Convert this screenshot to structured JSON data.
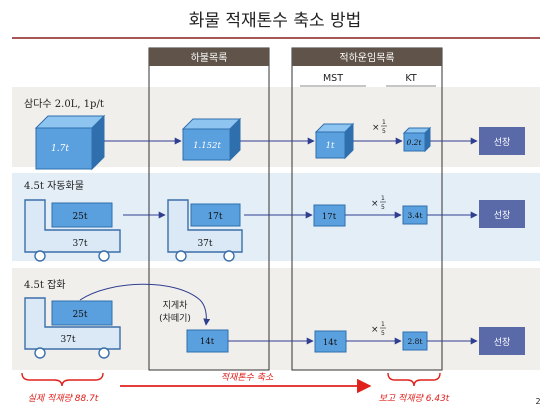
{
  "title": "화물 적재톤수 축소 방법",
  "page_number": "2",
  "columns": {
    "harbor": "하불목록",
    "loading": "적하운임목록",
    "mst": "MST",
    "kt": "KT"
  },
  "rows": [
    {
      "label": "삼다수 2.0L, 1p/t",
      "source": "1.7t",
      "harbor": "1.152t",
      "mst": "1t",
      "kt": "0.2t",
      "ship": "선장"
    },
    {
      "label": "4.5t 자동화물",
      "source_cargo": "25t",
      "source_truck": "37t",
      "harbor_cargo": "17t",
      "harbor_truck": "37t",
      "mst": "17t",
      "kt": "3.4t",
      "ship": "선장"
    },
    {
      "label": "4.5t 잡화",
      "source_cargo": "25t",
      "source_truck": "37t",
      "forklift": "지게차\n(차떼기)",
      "harbor": "14t",
      "mst": "14t",
      "kt": "2.8t",
      "ship": "선장"
    }
  ],
  "ratio": {
    "times": "×",
    "numerator": "1",
    "denominator": "5"
  },
  "footer": {
    "actual": "실제 적재량  88.7t",
    "reduction": "적재톤수 축소",
    "reported": "보고 적재량  6.43t"
  },
  "colors": {
    "title_rule": "#8a1f1f",
    "column_header": "#5f534a",
    "row_band": "#f1efec",
    "row_band_blue": "#e4eef7",
    "box_fill": "#5ba0de",
    "box_top": "#8ec4f0",
    "box_side": "#2f6fae",
    "truck_fill": "#dbe9f7",
    "truck_stroke": "#3b6fa8",
    "ship_fill": "#5a6aa8",
    "arrow": "#2f3e8f",
    "footer_red": "#e0201b"
  }
}
